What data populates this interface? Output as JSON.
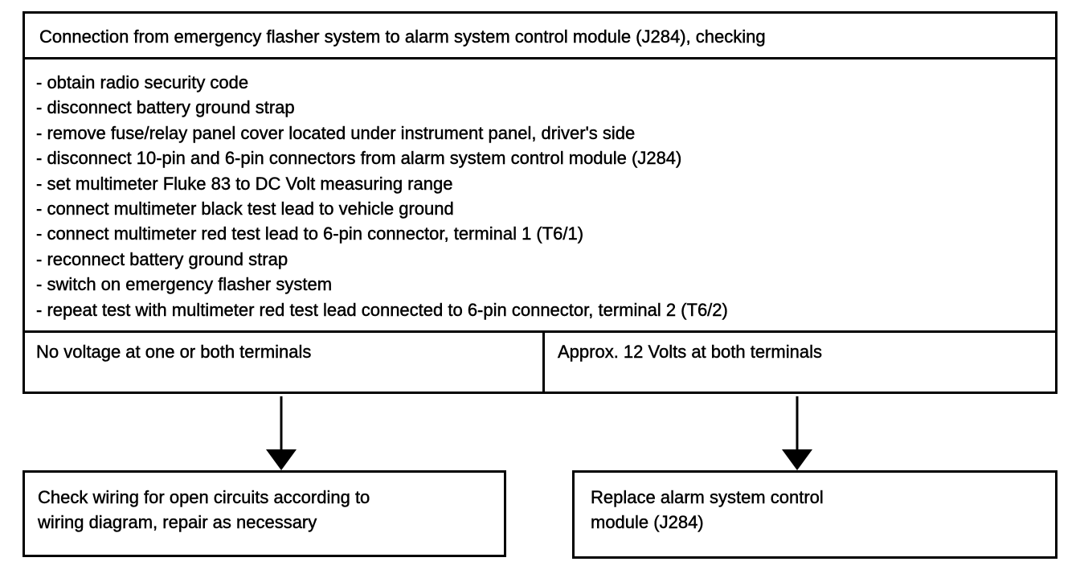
{
  "diagram": {
    "title": "Connection from emergency flasher system to alarm system control module (J284), checking",
    "steps": [
      "- obtain radio security code",
      "- disconnect battery ground strap",
      "- remove fuse/relay panel cover located under instrument panel, driver's side",
      "- disconnect 10-pin and 6-pin connectors from alarm system control module (J284)",
      "- set multimeter Fluke 83 to DC Volt measuring range",
      "- connect multimeter black test lead to vehicle ground",
      "- connect multimeter red test lead to 6-pin connector, terminal 1 (T6/1)",
      "- reconnect battery ground strap",
      "- switch on emergency flasher system",
      "- repeat test with multimeter red test lead connected to 6-pin connector, terminal 2 (T6/2)"
    ],
    "outcomes": [
      {
        "condition": "No voltage at one or both terminals",
        "action": "Check wiring for open circuits according to\nwiring diagram, repair as necessary"
      },
      {
        "condition": "Approx. 12 Volts at both terminals",
        "action": "Replace alarm system control\nmodule (J284)"
      }
    ],
    "connectors": [
      {
        "from": "outcome-no-voltage",
        "to": "action-check-wiring",
        "shape": "arrow-down"
      },
      {
        "from": "outcome-12-volts",
        "to": "action-replace-module",
        "shape": "arrow-down"
      }
    ]
  },
  "colors": {
    "background": "#ffffff",
    "line": "#000000",
    "text": "#000000"
  }
}
